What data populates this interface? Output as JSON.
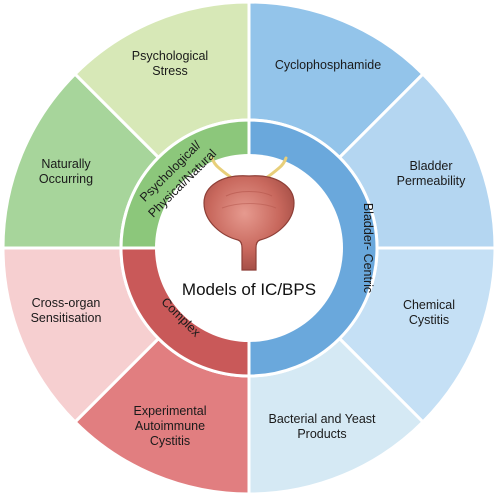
{
  "center": {
    "title": "Models of IC/BPS"
  },
  "categories": {
    "bladder_centric": {
      "label": "Bladder- Centric",
      "color": "#6aa8dc"
    },
    "psych_physical_natural": {
      "label_line1": "Psychological/",
      "label_line2": "Physical/Natural",
      "color": "#8cc77b"
    },
    "complex": {
      "label": "Complex",
      "color": "#c95959"
    }
  },
  "segments": {
    "cyclophosphamide": {
      "label": "Cyclophosphamide",
      "color": "#93c4ea"
    },
    "bladder_permeability": {
      "line1": "Bladder",
      "line2": "Permeability",
      "color": "#b4d6f1"
    },
    "chemical_cystitis": {
      "line1": "Chemical",
      "line2": "Cystitis",
      "color": "#c5e0f5"
    },
    "bacterial_yeast": {
      "line1": "Bacterial and Yeast",
      "line2": "Products",
      "color": "#d5e9f4"
    },
    "experimental_autoimmune": {
      "line1": "Experimental",
      "line2": "Autoimmune",
      "line3": "Cystitis",
      "color": "#e17e80"
    },
    "cross_organ": {
      "line1": "Cross-organ",
      "line2": "Sensitisation",
      "color": "#f6cfd0"
    },
    "naturally_occurring": {
      "line1": "Naturally",
      "line2": "Occurring",
      "color": "#a7d59b"
    },
    "psychological_stress": {
      "line1": "Psychological",
      "line2": "Stress",
      "color": "#d7e8b7"
    }
  }
}
